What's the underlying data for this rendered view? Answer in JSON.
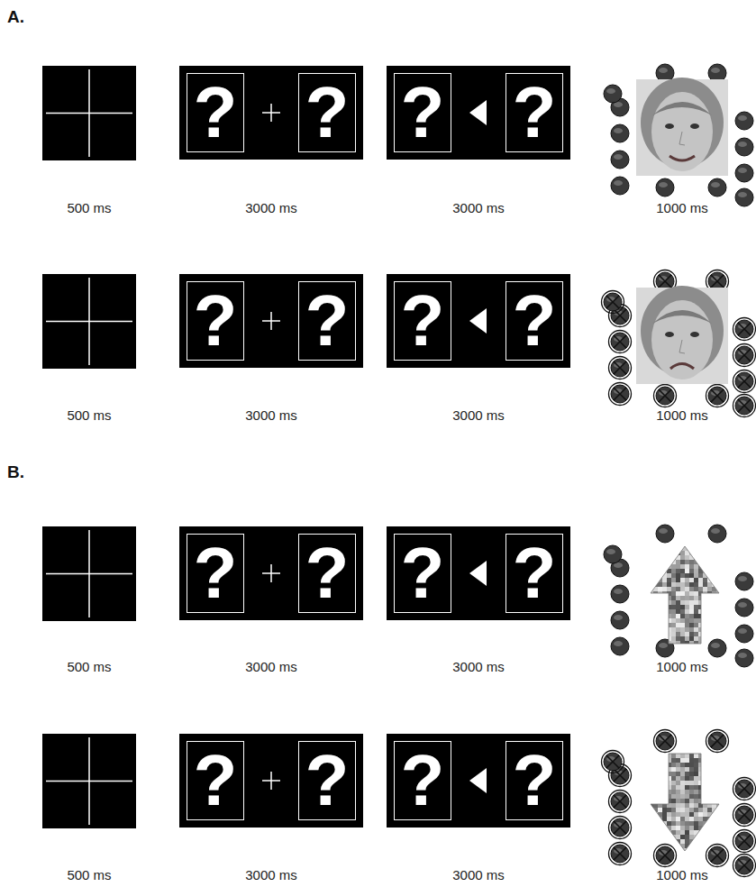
{
  "diagram": {
    "nodes": [
      {
        "text": [
          "?"
        ]
      },
      {
        "text": [
          "?"
        ]
      },
      {
        "text": [
          "?"
        ]
      },
      {
        "text": [
          "?"
        ]
      },
      {
        "text": [
          "?"
        ]
      },
      {
        "text": [
          "?"
        ]
      },
      {
        "text": [
          "?"
        ]
      },
      {
        "text": [
          "?"
        ]
      },
      {
        "text": [
          "?"
        ]
      },
      {
        "text": [
          "?"
        ]
      },
      {
        "text": [
          "?"
        ]
      },
      {
        "text": [
          "?"
        ]
      },
      {
        "text": [
          "?"
        ]
      },
      {
        "text": [
          "?"
        ]
      },
      {
        "text": [
          "?"
        ]
      },
      {
        "text": [
          "?"
        ]
      }
    ],
    "labels": [
      "A.",
      "500 ms",
      "3000 ms",
      "3000 ms",
      "1000 ms",
      "500 ms",
      "3000 ms",
      "3000 ms",
      "1000 ms",
      "B.",
      "500 ms",
      "3000 ms",
      "3000 ms",
      "1000 ms",
      "500 ms",
      "3000 ms",
      "3000 ms",
      "1000 ms"
    ]
  }
}
